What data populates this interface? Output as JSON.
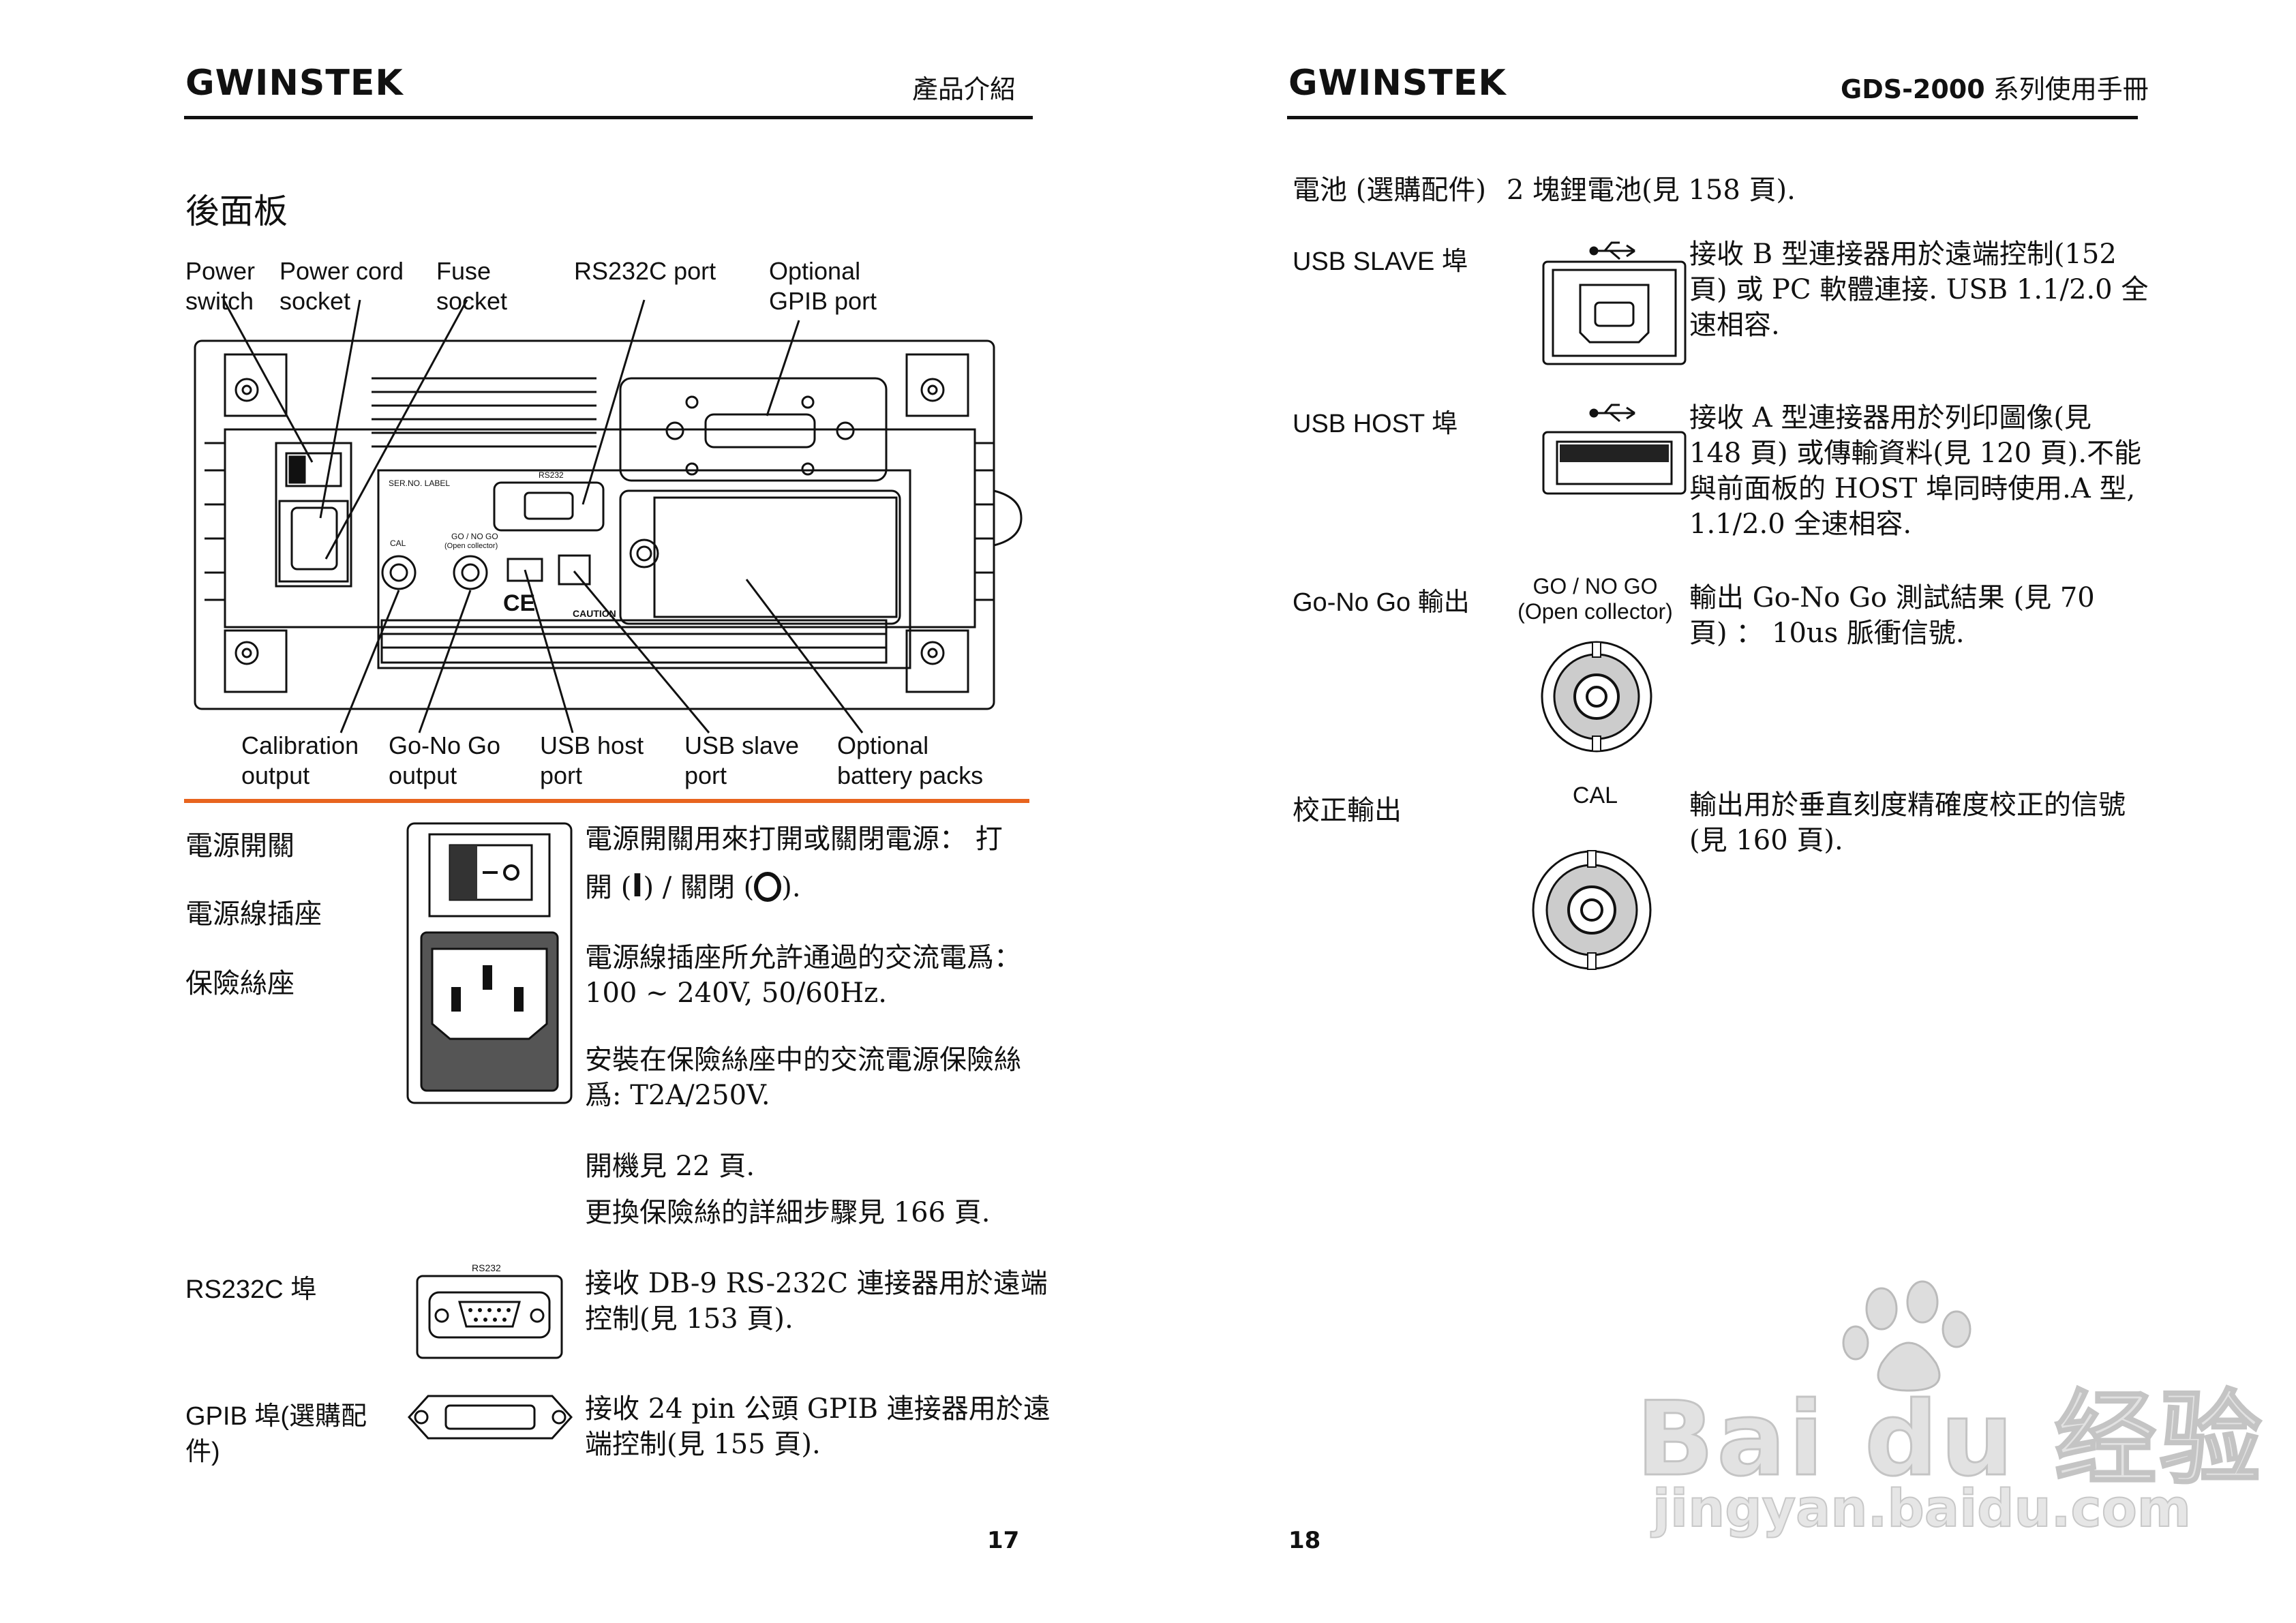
{
  "left_page": {
    "logo": "GWINSTEK",
    "header_title": "產品介紹",
    "section_title": "後面板",
    "callouts_top": [
      {
        "line1": "Power",
        "line2": "switch"
      },
      {
        "line1": "Power cord",
        "line2": "socket"
      },
      {
        "line1": "Fuse",
        "line2": "socket"
      },
      {
        "line1": "RS232C port",
        "line2": ""
      },
      {
        "line1": "Optional",
        "line2": "GPIB port"
      }
    ],
    "callouts_bottom": [
      {
        "line1": "Calibration",
        "line2": "output"
      },
      {
        "line1": "Go-No Go",
        "line2": "output"
      },
      {
        "line1": "USB host",
        "line2": "port"
      },
      {
        "line1": "USB slave",
        "line2": "port"
      },
      {
        "line1": "Optional",
        "line2": "battery packs"
      }
    ],
    "panel_labels": {
      "ser_label": "SER.NO. LABEL",
      "rs232": "RS232",
      "cal": "CAL",
      "gonogo": "GO / NO GO",
      "open_collector": "(Open collector)",
      "caution": "CAUTION",
      "ce": "CE"
    },
    "rows": {
      "power_switch_label": "電源開關",
      "power_cord_label": "電源線插座",
      "fuse_label": "保險絲座",
      "power_text_1": "電源開關用來打開或關閉電源： 打",
      "power_text_2a": "開 (",
      "power_text_2b": ") / 關閉 (",
      "power_text_2c": ").",
      "cord_text_1": "電源線插座所允許通過的交流電爲：",
      "cord_text_2": "100 ~ 240V,  50/60Hz.",
      "fuse_text_1": "安裝在保險絲座中的交流電源保險絲",
      "fuse_text_2": "爲: T2A/250V.",
      "see_22": "開機見 22 頁.",
      "see_166": "更換保險絲的詳細步驟見 166 頁.",
      "rs232_label": "RS232C 埠",
      "rs232_icon_label": "RS232",
      "rs232_text_1": "接收 DB-9 RS-232C 連接器用於遠端",
      "rs232_text_2": "控制(見 153 頁).",
      "gpib_label_1": "GPIB 埠(選購配",
      "gpib_label_2": "件)",
      "gpib_text_1": "接收 24 pin 公頭 GPIB 連接器用於遠",
      "gpib_text_2": "端控制(見 155 頁)."
    },
    "page_number": "17"
  },
  "right_page": {
    "logo": "GWINSTEK",
    "header_model": "GDS-2000",
    "header_suffix": " 系列使用手冊",
    "battery_label": "電池 (選購配件)",
    "battery_text": "2 塊鋰電池(見 158 頁).",
    "usb_slave_label": "USB SLAVE 埠",
    "usb_slave_text_1": "接收 B 型連接器用於遠端控制(152",
    "usb_slave_text_2": "頁) 或 PC 軟體連接. USB 1.1/2.0 全",
    "usb_slave_text_3": "速相容.",
    "usb_host_label": "USB HOST 埠",
    "usb_host_text_1": "接收 A 型連接器用於列印圖像(見",
    "usb_host_text_2": "148 頁) 或傳輸資料(見 120 頁).不能",
    "usb_host_text_3": "與前面板的 HOST 埠同時使用.A 型,",
    "usb_host_text_4": "1.1/2.0 全速相容.",
    "gonogo_label": "Go-No Go 輸出",
    "gonogo_icon_line1": "GO / NO GO",
    "gonogo_icon_line2": "(Open collector)",
    "gonogo_text_1": "輸出 Go-No Go 測試結果 (見 70",
    "gonogo_text_2": "頁) ： 10us 脈衝信號.",
    "cal_label": "校正輸出",
    "cal_icon_label": "CAL",
    "cal_text_1": "輸出用於垂直刻度精確度校正的信號",
    "cal_text_2": "(見 160 頁).",
    "page_number": "18",
    "watermark_line1": "Bai du 经验",
    "watermark_line2": "jingyan.baidu.com"
  }
}
